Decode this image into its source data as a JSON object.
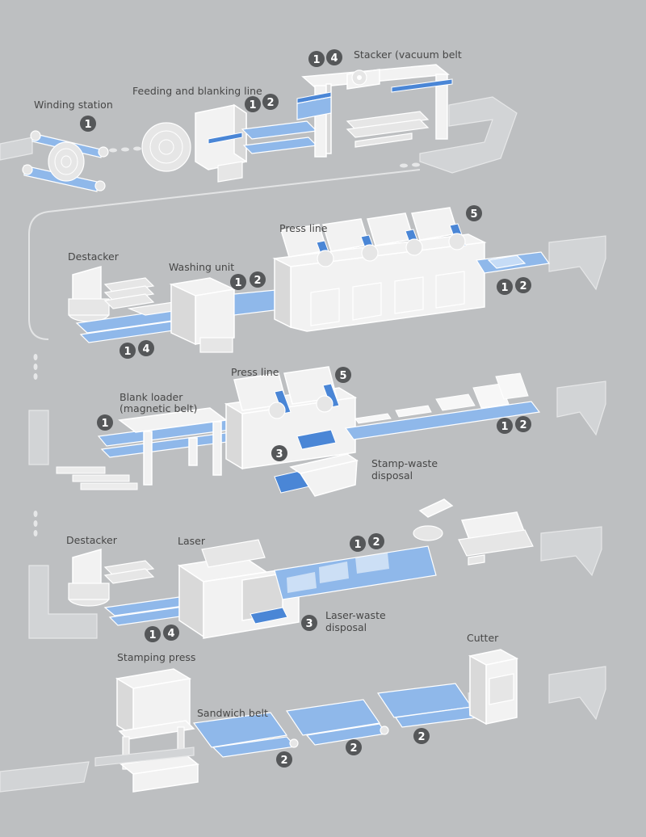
{
  "diagram": {
    "labels": {
      "winding_station": "Winding station",
      "feeding_blanking": "Feeding and blanking line",
      "stacker": "Stacker (vacuum belt",
      "destacker_1": "Destacker",
      "washing_unit": "Washing unit",
      "press_line_1": "Press line",
      "blank_loader_1": "Blank loader",
      "blank_loader_2": "(magnetic belt)",
      "press_line_2": "Press line",
      "stamp_waste_1": "Stamp-waste",
      "stamp_waste_2": "disposal",
      "destacker_2": "Destacker",
      "laser": "Laser",
      "laser_waste_1": "Laser-waste",
      "laser_waste_2": "disposal",
      "stamping_press": "Stamping press",
      "sandwich_belt": "Sandwich belt",
      "cutter": "Cutter"
    },
    "badges": {
      "winding_1": "1",
      "feed_1": "1",
      "feed_2": "2",
      "stacker_1": "1",
      "stacker_4": "4",
      "press1_5": "5",
      "wash_1": "1",
      "wash_2": "2",
      "out1_1": "1",
      "out1_2": "2",
      "destack1_1": "1",
      "destack1_4": "4",
      "loader_1": "1",
      "press2_5": "5",
      "waste_3": "3",
      "out2_1": "1",
      "out2_2": "2",
      "laser_1": "1",
      "laser_2": "2",
      "laserwaste_3": "3",
      "destack2_1": "1",
      "destack2_4": "4",
      "sandwich_2a": "2",
      "sandwich_2b": "2",
      "sandwich_2c": "2"
    }
  },
  "colors": {
    "background": "#bdbfc1",
    "machine": "#f2f2f2",
    "belt_blue": "#8fb8ea",
    "belt_dark": "#4a86d6",
    "badge": "#555759"
  }
}
